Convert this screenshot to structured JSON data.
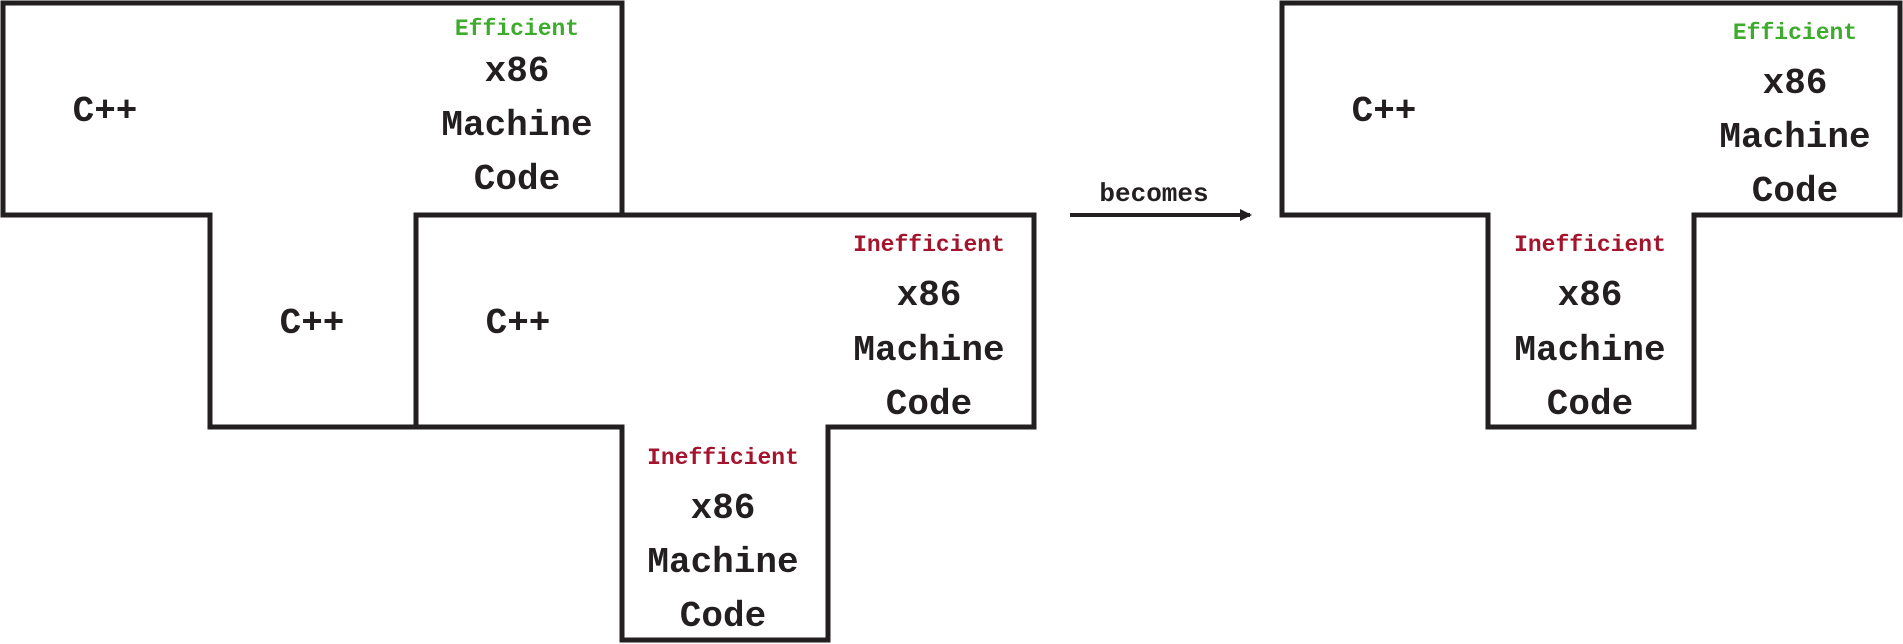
{
  "colors": {
    "stroke": "#231f20",
    "text": "#231f20",
    "efficient": "#3dac2c",
    "inefficient": "#a4152d"
  },
  "left": {
    "top_block": {
      "source_label": "C++",
      "tag": "Efficient",
      "target_line1": "x86",
      "target_line2": "Machine",
      "target_line3": "Code"
    },
    "middle_stem": {
      "label": "C++"
    },
    "right_block": {
      "source_label": "C++",
      "tag": "Inefficient",
      "target_line1": "x86",
      "target_line2": "Machine",
      "target_line3": "Code"
    },
    "bottom_stem": {
      "tag": "Inefficient",
      "target_line1": "x86",
      "target_line2": "Machine",
      "target_line3": "Code"
    }
  },
  "arrow": {
    "label": "becomes"
  },
  "right": {
    "top_block": {
      "source_label": "C++",
      "tag": "Efficient",
      "target_line1": "x86",
      "target_line2": "Machine",
      "target_line3": "Code"
    },
    "stem": {
      "tag": "Inefficient",
      "target_line1": "x86",
      "target_line2": "Machine",
      "target_line3": "Code"
    }
  }
}
